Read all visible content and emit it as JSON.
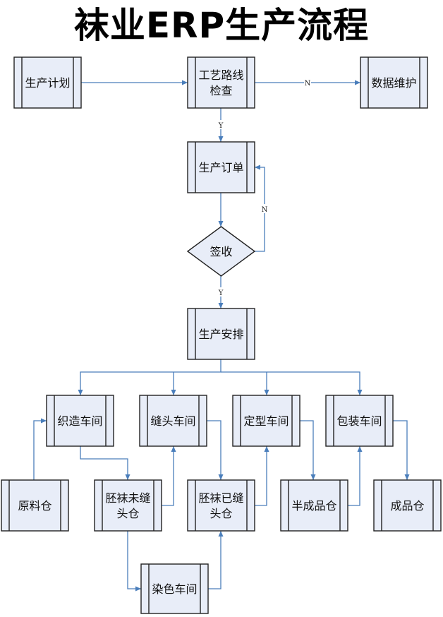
{
  "title": "袜业ERP生产流程",
  "colors": {
    "box_fill": "#e8edf8",
    "box_border": "#222222",
    "edge": "#4a7ebb"
  },
  "nodes": {
    "plan": {
      "lines": [
        "生产计划"
      ]
    },
    "route": {
      "lines": [
        "工艺路线",
        "检查"
      ]
    },
    "maint": {
      "lines": [
        "数据维护"
      ]
    },
    "order": {
      "lines": [
        "生产订单"
      ]
    },
    "sign": {
      "lines": [
        "签收"
      ]
    },
    "arrange": {
      "lines": [
        "生产安排"
      ]
    },
    "weave": {
      "lines": [
        "织造车间"
      ]
    },
    "sew": {
      "lines": [
        "缝头车间"
      ]
    },
    "shape": {
      "lines": [
        "定型车间"
      ]
    },
    "pack": {
      "lines": [
        "包装车间"
      ]
    },
    "raw": {
      "lines": [
        "原料仓"
      ]
    },
    "unsewn": {
      "lines": [
        "胚袜未缝",
        "头仓"
      ]
    },
    "sewn": {
      "lines": [
        "胚袜已缝",
        "头仓"
      ]
    },
    "semi": {
      "lines": [
        "半成品仓"
      ]
    },
    "finished": {
      "lines": [
        "成品仓"
      ]
    },
    "dye": {
      "lines": [
        "染色车间"
      ]
    }
  },
  "edge_labels": {
    "route_to_maint": "N",
    "route_to_order": "Y",
    "sign_to_order": "N",
    "sign_to_arrange": "Y"
  }
}
